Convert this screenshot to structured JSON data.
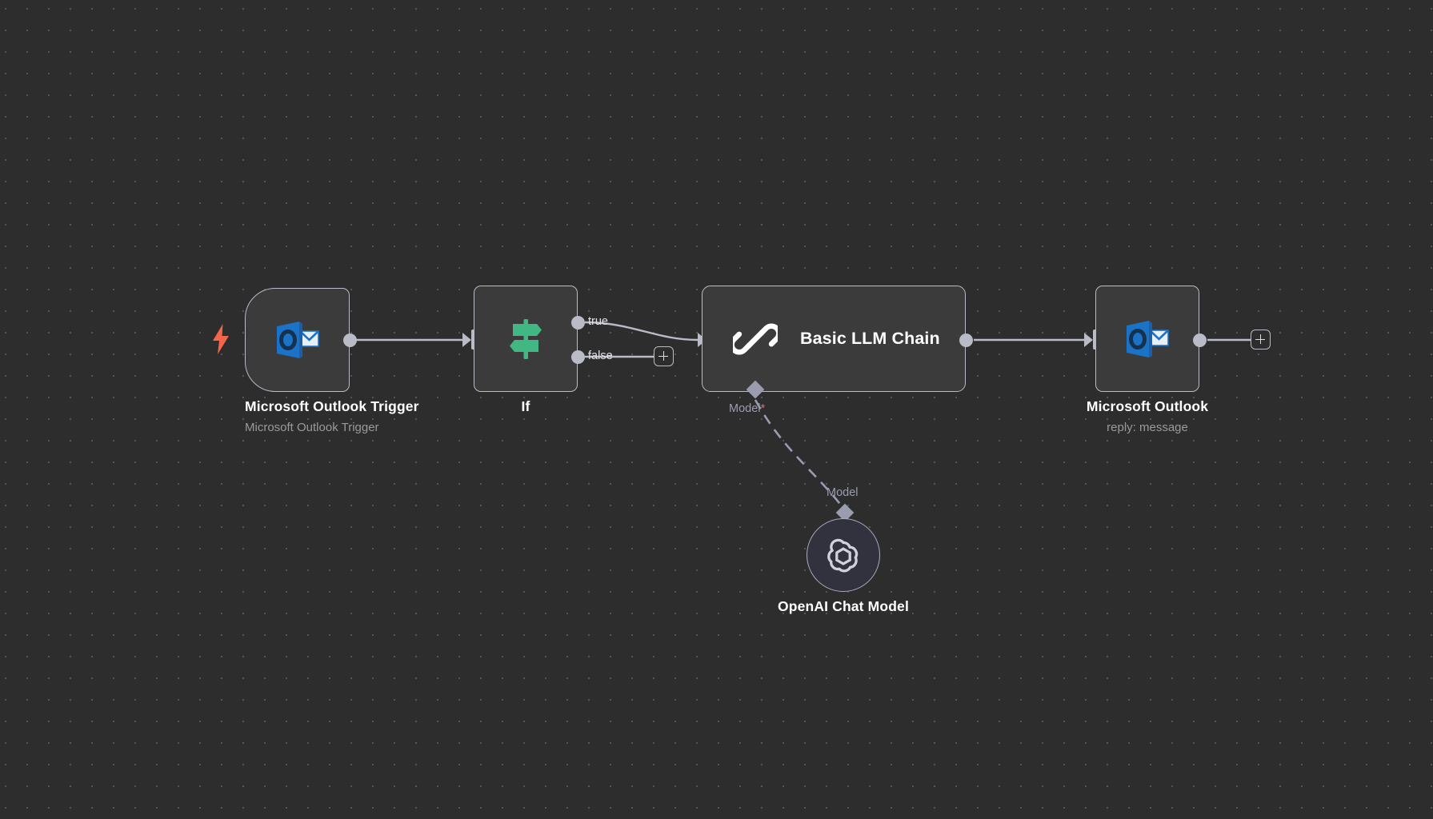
{
  "canvas": {
    "background_color": "#2d2d2d",
    "grid_dot_color": "#555555",
    "node_border_color": "#b8bcc8",
    "node_fill_color": "#3b3b3b",
    "connector_color": "#b9bcc7",
    "accent_trigger_color": "#f4654b",
    "accent_if_color": "#41b883",
    "accent_outlook_color": "#1a73c7",
    "required_marker_color": "#e9636b",
    "ai_port_color": "#9a9cb0"
  },
  "nodes": [
    {
      "id": "outlook-trigger",
      "title": "Microsoft Outlook Trigger",
      "subtitle": "Microsoft Outlook Trigger",
      "icon": "microsoft-outlook-icon",
      "badge": "lightning-bolt-icon",
      "shape": "trigger"
    },
    {
      "id": "if",
      "title": "If",
      "subtitle": "",
      "icon": "signpost-icon",
      "shape": "square",
      "outputs": [
        {
          "label": "true"
        },
        {
          "label": "false"
        }
      ]
    },
    {
      "id": "basic-llm-chain",
      "title": "Basic LLM Chain",
      "subtitle": "",
      "icon": "chain-link-icon",
      "shape": "wide",
      "sub_port": {
        "label": "Model",
        "required_marker": "*"
      }
    },
    {
      "id": "openai-chat-model",
      "title": "OpenAI Chat Model",
      "subtitle": "",
      "icon": "openai-icon",
      "shape": "round",
      "top_port": {
        "label": "Model"
      }
    },
    {
      "id": "microsoft-outlook",
      "title": "Microsoft Outlook",
      "subtitle": "reply: message",
      "icon": "microsoft-outlook-icon",
      "shape": "square"
    }
  ],
  "buttons": {
    "add_after_false_label": "+",
    "add_after_outlook_label": "+"
  }
}
